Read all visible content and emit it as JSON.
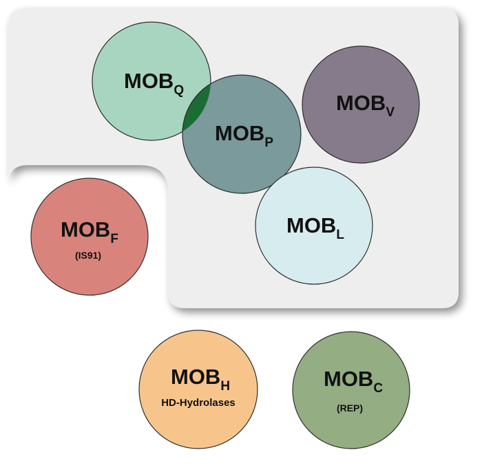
{
  "colors": {
    "background": "#ffffff",
    "group_panel": "#eeeeee",
    "panel_shadow": "#bdbdbd",
    "mob_q": "#a8d5bf",
    "mob_p": "#7a9a9c",
    "mob_q_p_overlap": "#1b6b35",
    "mob_v": "#857b8a",
    "mob_l": "#d6ecee",
    "mob_f": "#d8847c",
    "mob_h": "#f7c58c",
    "mob_c": "#94ad83",
    "circle_stroke": "#2e2e2e"
  },
  "families": {
    "q": {
      "main": "MOB",
      "sub": "Q"
    },
    "p": {
      "main": "MOB",
      "sub": "P"
    },
    "v": {
      "main": "MOB",
      "sub": "V"
    },
    "l": {
      "main": "MOB",
      "sub": "L"
    },
    "f": {
      "main": "MOB",
      "sub": "F",
      "note": "(IS91)"
    },
    "h": {
      "main": "MOB",
      "sub": "H",
      "note": "HD-Hydrolases"
    },
    "c": {
      "main": "MOB",
      "sub": "C",
      "note": "(REP)"
    }
  }
}
